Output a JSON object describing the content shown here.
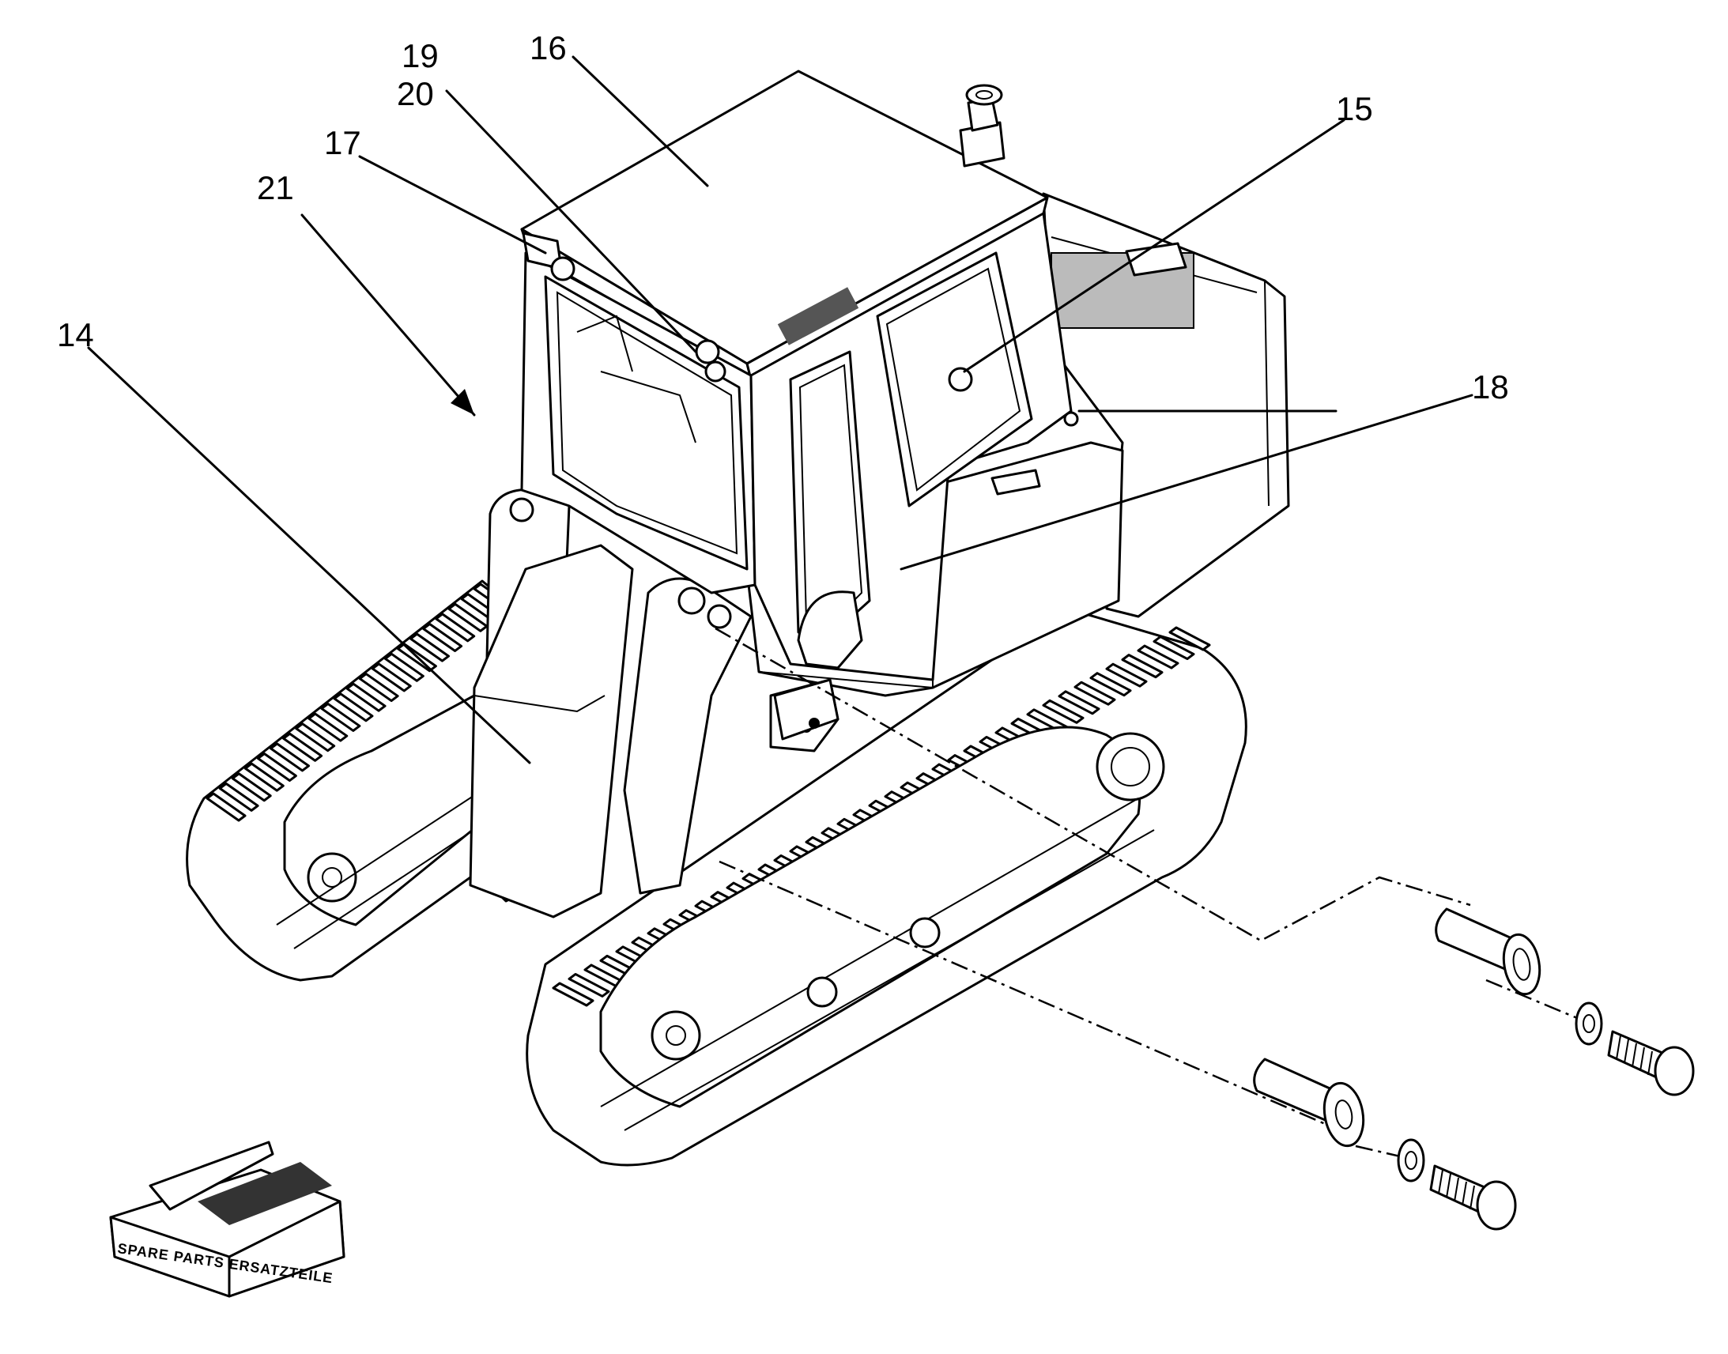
{
  "callouts": [
    {
      "id": "c14",
      "text": "14"
    },
    {
      "id": "c15",
      "text": "15"
    },
    {
      "id": "c16",
      "text": "16"
    },
    {
      "id": "c17",
      "text": "17"
    },
    {
      "id": "c18",
      "text": "18"
    },
    {
      "id": "c19",
      "text": "19"
    },
    {
      "id": "c20",
      "text": "20"
    },
    {
      "id": "c21",
      "text": "21"
    }
  ],
  "spare_parts_box_label": "SPARE PARTS ERSATZTEILE"
}
